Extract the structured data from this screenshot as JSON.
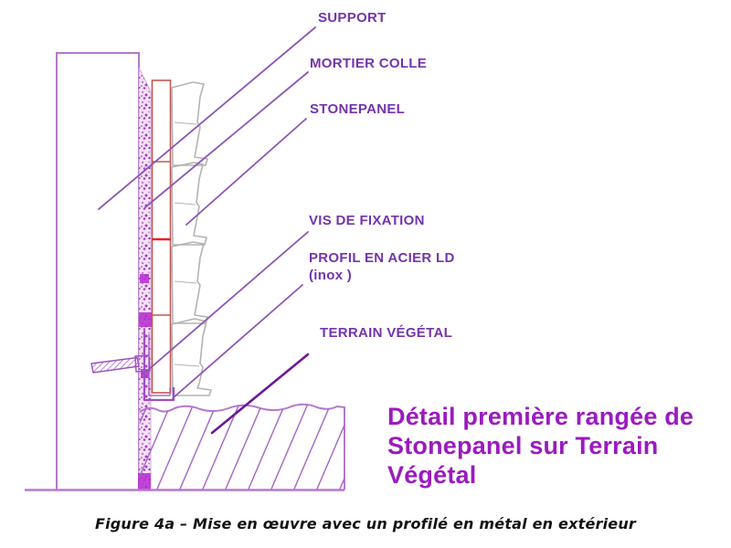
{
  "diagram": {
    "callouts": [
      {
        "id": "support",
        "label": "SUPPORT"
      },
      {
        "id": "mortier-colle",
        "label": "MORTIER COLLE"
      },
      {
        "id": "stonepanel",
        "label": "STONEPANEL"
      },
      {
        "id": "vis-de-fixation",
        "label": "VIS DE FIXATION"
      },
      {
        "id": "profil-acier",
        "label": "PROFIL EN ACIER LD",
        "label2": "(inox )"
      },
      {
        "id": "terrain-vegetal",
        "label": "TERRAIN VÉGÉTAL"
      }
    ],
    "detail_title": {
      "line1": "Détail première rangée de",
      "line2": "Stonepanel sur Terrain",
      "line3": "Végétal"
    },
    "caption": "Figure 4a – Mise en œuvre avec un profilé en métal en extérieur",
    "colors": {
      "background": "#ffffff",
      "label_text": "#7434ad",
      "title_text": "#9a1bbf",
      "caption_text": "#131313",
      "outline": "#b478cc",
      "leader": "#8f55b5",
      "leader_dark": "#6d1896",
      "panel_gray": "#b3b3b3",
      "adhesive_red": "#bf5a50",
      "joint_red": "#ee2020",
      "profile_purple": "#9b4fc0",
      "fleck_base": "#f3e3f6",
      "hatch": "#a465c8"
    }
  }
}
